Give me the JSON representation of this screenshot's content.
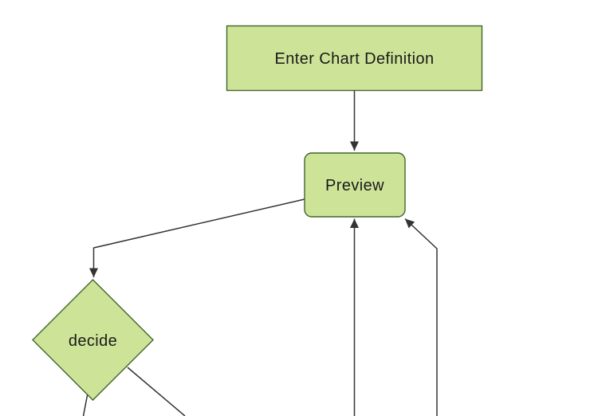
{
  "diagram": {
    "type": "flowchart",
    "direction": "top-down",
    "background": "#ffffff",
    "theme": {
      "node_fill": "#cde498",
      "node_stroke": "#41652c",
      "edge_color": "#333333",
      "text_color": "#1a1a1a"
    },
    "nodes": [
      {
        "id": "enter-chart-definition",
        "label": "Enter Chart Definition",
        "shape": "rectangle"
      },
      {
        "id": "preview",
        "label": "Preview",
        "shape": "rounded-rectangle"
      },
      {
        "id": "decide",
        "label": "decide",
        "shape": "diamond"
      }
    ],
    "edges": [
      {
        "from": "enter-chart-definition",
        "to": "preview",
        "arrowhead": true
      },
      {
        "from": "preview",
        "to": "decide",
        "arrowhead": true
      },
      {
        "from": "offscreen-node-below-center",
        "to": "preview",
        "arrowhead": true
      },
      {
        "from": "offscreen-node-below-right",
        "to": "preview",
        "arrowhead": true
      },
      {
        "from": "decide",
        "to": "offscreen-node-bottom-left",
        "arrowhead": false
      },
      {
        "from": "decide",
        "to": "offscreen-node-bottom-right",
        "arrowhead": false
      }
    ]
  }
}
